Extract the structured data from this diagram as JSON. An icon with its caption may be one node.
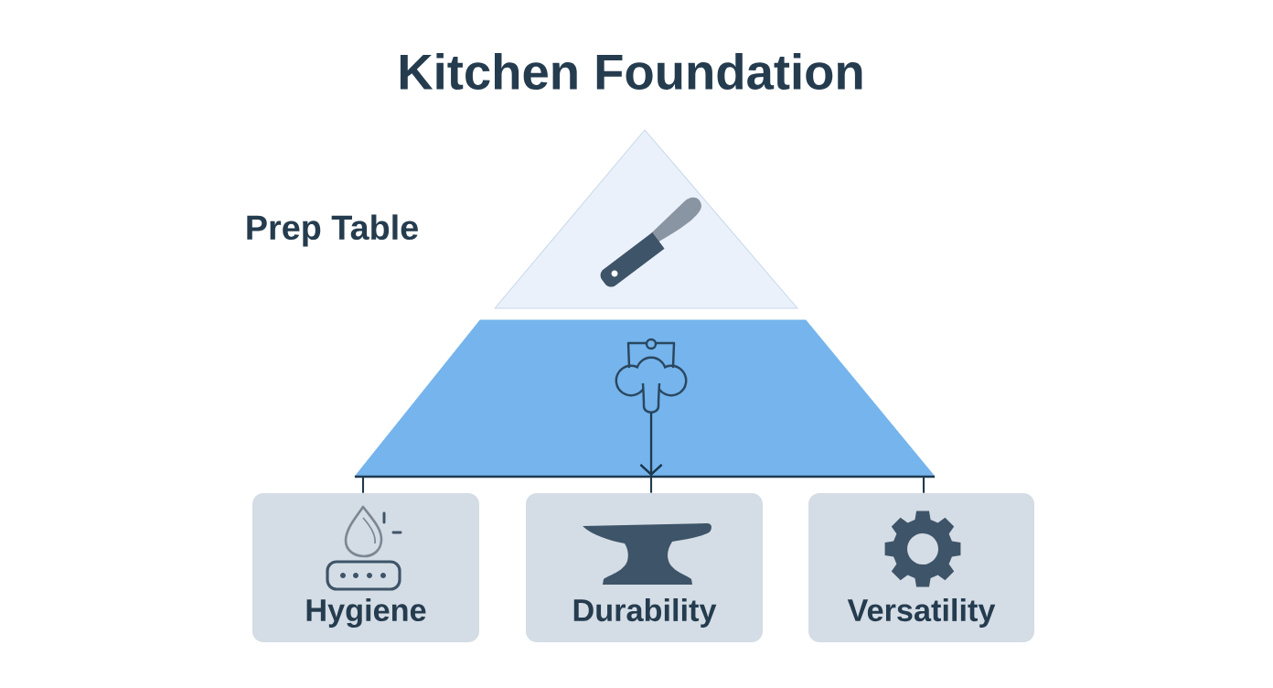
{
  "diagram": {
    "title": "Kitchen Foundation",
    "nodes": [
      {
        "text": [],
        "shape": "triangle",
        "beside": [
          "Prep Table"
        ]
      },
      {
        "text": [],
        "shape": "trapezoid"
      },
      {
        "text": [],
        "shape": "picture",
        "in": 1
      },
      {
        "text": [
          "Hygiene"
        ]
      },
      {
        "text": [
          "Durability"
        ]
      },
      {
        "text": [
          "Versatility"
        ]
      }
    ],
    "edges": [
      {
        "from": 2,
        "to": 3,
        "arrow": "to"
      },
      {
        "from": 2,
        "to": 4,
        "arrow": "to"
      },
      {
        "from": 2,
        "to": 5,
        "arrow": "to"
      }
    ]
  }
}
